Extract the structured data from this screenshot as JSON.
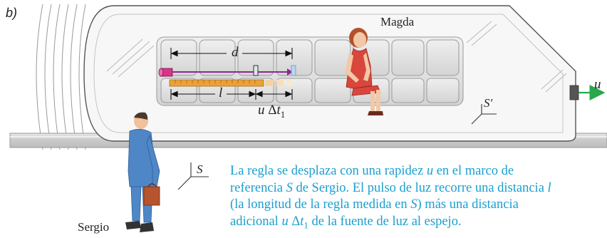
{
  "panel_label": "b)",
  "labels": {
    "magda": "Magda",
    "sergio": "Sergio",
    "d": "d",
    "l": "l",
    "u_dt_prefix": "u",
    "u_dt_delta": "Δ",
    "u_dt_t": "t",
    "u_dt_sub": "1",
    "u_arrow": "u",
    "frame_s": "S",
    "frame_s_prime": "S′"
  },
  "caption": {
    "l1_a": "La regla se desplaza con una rapidez ",
    "l1_u": "u",
    "l1_b": " en el marco de",
    "l2_a": "referencia ",
    "l2_s": "S",
    "l2_b": " de Sergio. El pulso de luz recorre una distancia ",
    "l2_l": "l",
    "l3_a": "(la longitud de la regla medida en ",
    "l3_s": "S",
    "l3_b": ") más una distancia",
    "l4_a": "adicional ",
    "l4_u": "u",
    "l4_dt": " Δ",
    "l4_t": "t",
    "l4_sub": "1",
    "l4_b": " de la fuente de luz al espejo."
  },
  "colors": {
    "caption": "#1a9fd0",
    "arrow": "#27a84a",
    "pulse": "#8a2b8f",
    "suit": "#4f86c6",
    "dress": "#d9463b",
    "ruler": "#e9a23b",
    "train_fill": "#f7f7f7",
    "seat_fill": "#e8e8e8"
  }
}
